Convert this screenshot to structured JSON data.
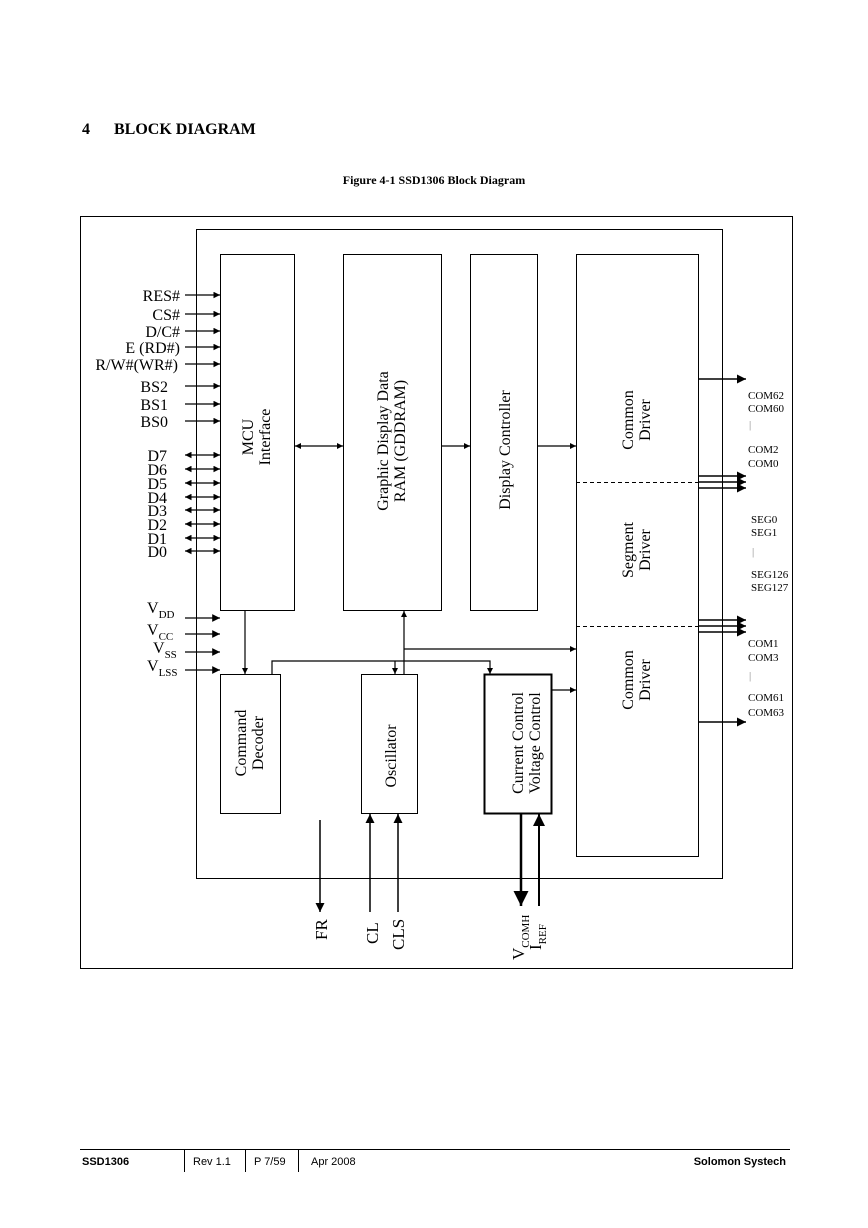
{
  "heading": {
    "number": "4",
    "title": "BLOCK DIAGRAM"
  },
  "figure": {
    "caption": "Figure 4-1 SSD1306 Block Diagram"
  },
  "blocks": {
    "mcu": [
      "MCU",
      "Interface"
    ],
    "gddram": [
      "Graphic Display Data",
      "RAM (GDDRAM)"
    ],
    "display_controller": [
      "Display Controller"
    ],
    "common_driver_top": [
      "Common",
      "Driver"
    ],
    "segment_driver": [
      "Segment",
      "Driver"
    ],
    "common_driver_bottom": [
      "Common",
      "Driver"
    ],
    "command_decoder": [
      "Command",
      "Decoder"
    ],
    "oscillator": [
      "Oscillator"
    ],
    "current_voltage": [
      "Current Control",
      "Voltage Control"
    ]
  },
  "left_pins": {
    "control": [
      "RES#",
      "CS#",
      "D/C#",
      "E (RD#)",
      "R/W#(WR#)"
    ],
    "bus_select": [
      "BS2",
      "BS1",
      "BS0"
    ],
    "data": [
      "D7",
      "D6",
      "D5",
      "D4",
      "D3",
      "D2",
      "D1",
      "D0"
    ],
    "power": [
      {
        "main": "V",
        "sub": "DD"
      },
      {
        "main": "V",
        "sub": "CC"
      },
      {
        "main": "V",
        "sub": "SS"
      },
      {
        "main": "V",
        "sub": "LSS"
      }
    ]
  },
  "bottom_pins": {
    "fr": "FR",
    "cl": "CL",
    "cls": "CLS",
    "vcomh": {
      "main": "V",
      "sub": "COMH"
    },
    "iref": {
      "main": "I",
      "sub": "REF"
    }
  },
  "right_labels": {
    "com_top": [
      "COM62",
      "COM60",
      "|",
      "COM2",
      "COM0"
    ],
    "seg": [
      "SEG0",
      "SEG1",
      "|",
      "SEG126",
      "SEG127"
    ],
    "com_bottom": [
      "COM1",
      "COM3",
      "|",
      "COM61",
      "COM63"
    ]
  },
  "footer": {
    "part": "SSD1306",
    "rev": "Rev 1.1",
    "page": "P 7/59",
    "date": "Apr 2008",
    "company": "Solomon Systech"
  }
}
